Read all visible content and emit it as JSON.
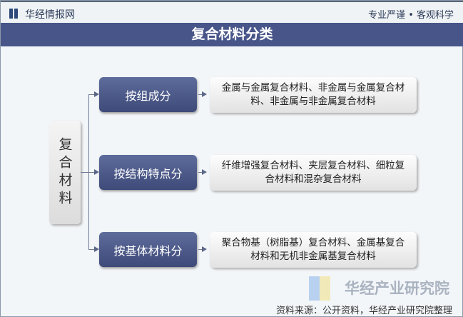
{
  "header": {
    "site_name": "华经情报网",
    "slogan": "专业严谨 • 客观科学"
  },
  "title": "复合材料分类",
  "root": "复合材料",
  "categories": [
    {
      "label": "按组成分",
      "result": "金属与金属复合材料、非金属与金属复合材料、非金属与非金属复合材料"
    },
    {
      "label": "按结构特点分",
      "result": "纤维增强复合材料、夹层复合材料、细粒复合材料和混杂复合材料"
    },
    {
      "label": "按基体材料分",
      "result": "聚合物基（树脂基）复合材料、金属基复合材料和无机非金属基复合材料"
    }
  ],
  "watermark": "华经产业研究院",
  "source": "资料来源：公开资料，华经产业研究院整理"
}
